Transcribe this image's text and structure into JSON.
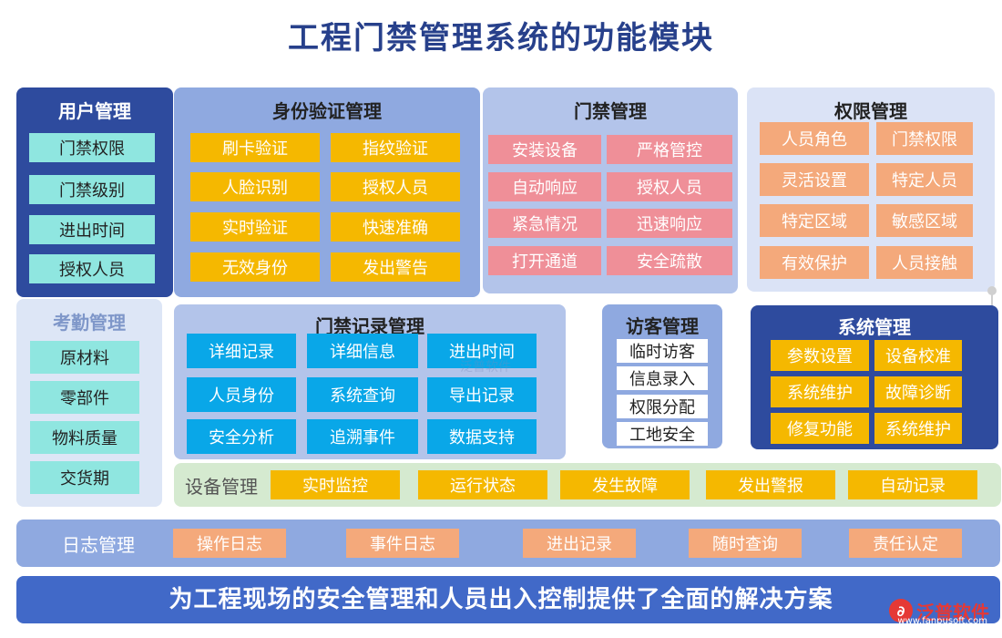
{
  "title": "工程门禁管理系统的功能模块",
  "colors": {
    "title": "#27408b",
    "user_panel": "#2e4b9e",
    "identity_panel": "#8fa9e0",
    "access_panel": "#b3c4ea",
    "permission_panel": "#dbe3f6",
    "attendance_panel": "#dde6f6",
    "record_panel": "#b3c4ea",
    "visitor_panel": "#8fa9e0",
    "system_panel": "#2e4b9e",
    "device_band": "#d5ead0",
    "log_band": "#8fa9e0",
    "footer_band": "#4169c8",
    "cyan_cell": "#8fe6e0",
    "yellow_cell": "#f5b800",
    "pink_cell": "#ef8f98",
    "salmon_cell": "#f4a97b",
    "blue_cell": "#09a7e8",
    "white_cell": "#ffffff"
  },
  "user": {
    "title": "用户管理",
    "items": [
      "门禁权限",
      "门禁级别",
      "进出时间",
      "授权人员"
    ]
  },
  "identity": {
    "title": "身份验证管理",
    "items": [
      "刷卡验证",
      "指纹验证",
      "人脸识别",
      "授权人员",
      "实时验证",
      "快速准确",
      "无效身份",
      "发出警告"
    ]
  },
  "access": {
    "title": "门禁管理",
    "items": [
      "安装设备",
      "严格管控",
      "自动响应",
      "授权人员",
      "紧急情况",
      "迅速响应",
      "打开通道",
      "安全疏散"
    ]
  },
  "permission": {
    "title": "权限管理",
    "items": [
      "人员角色",
      "门禁权限",
      "灵活设置",
      "特定人员",
      "特定区域",
      "敏感区域",
      "有效保护",
      "人员接触"
    ]
  },
  "attendance": {
    "title": "考勤管理",
    "items": [
      "原材料",
      "零部件",
      "物料质量",
      "交货期"
    ]
  },
  "records": {
    "title": "门禁记录管理",
    "items": [
      "详细记录",
      "详细信息",
      "进出时间",
      "人员身份",
      "系统查询",
      "导出记录",
      "安全分析",
      "追溯事件",
      "数据支持"
    ]
  },
  "visitor": {
    "title": "访客管理",
    "items": [
      "临时访客",
      "信息录入",
      "权限分配",
      "工地安全"
    ]
  },
  "system": {
    "title": "系统管理",
    "items": [
      "参数设置",
      "设备校准",
      "系统维护",
      "故障诊断",
      "修复功能",
      "系统维护"
    ]
  },
  "device": {
    "title": "设备管理",
    "items": [
      "实时监控",
      "运行状态",
      "发生故障",
      "发出警报",
      "自动记录"
    ]
  },
  "log": {
    "title": "日志管理",
    "items": [
      "操作日志",
      "事件日志",
      "进出记录",
      "随时查询",
      "责任认定"
    ]
  },
  "footer": {
    "text": "为工程现场的安全管理和人员出入控制提供了全面的解决方案"
  },
  "watermark": "泛普软件",
  "logo": {
    "text": "泛普软件",
    "url": "www.fanpusoft.com"
  }
}
